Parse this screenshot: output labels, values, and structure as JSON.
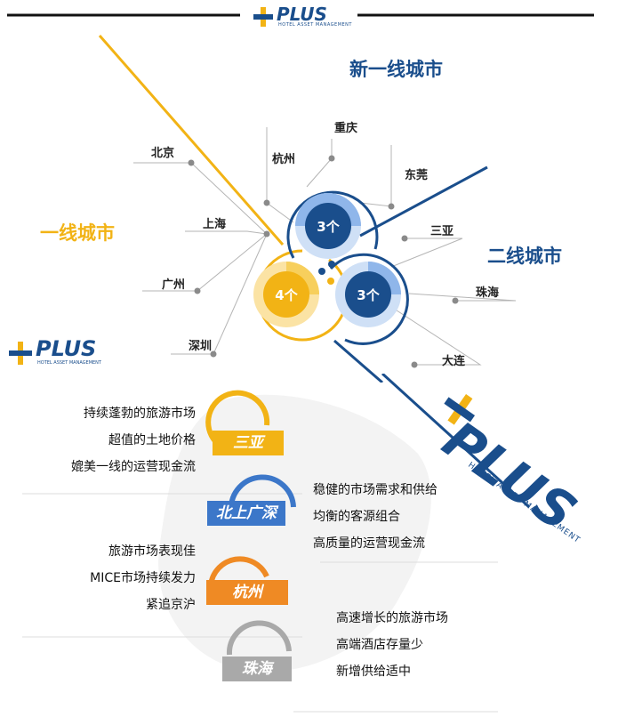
{
  "header": {
    "logo_text": "PLUS",
    "logo_sub": "HOTEL ASSET MANAGEMENT"
  },
  "categories": {
    "tier1": {
      "title": "一线城市",
      "count": "4个",
      "color": "#f2b315"
    },
    "new_tier1": {
      "title": "新一线城市",
      "count": "3个",
      "color": "#1a4e8c"
    },
    "tier2": {
      "title": "二线城市",
      "count": "3个",
      "color": "#1a4e8c"
    }
  },
  "cities": {
    "tier1": [
      "北京",
      "上海",
      "广州",
      "深圳"
    ],
    "new_tier1": [
      "杭州",
      "重庆",
      "东莞"
    ],
    "tier2": [
      "三亚",
      "珠海",
      "大连"
    ]
  },
  "profiles": [
    {
      "label": "三亚",
      "color": "#f2b315",
      "lines": [
        "持续蓬勃的旅游市场",
        "超值的土地价格",
        "媲美一线的运营现金流"
      ]
    },
    {
      "label": "北上广深",
      "color": "#3c77c9",
      "lines": [
        "稳健的市场需求和供给",
        "均衡的客源组合",
        "高质量的运营现金流"
      ]
    },
    {
      "label": "杭州",
      "color": "#ef8a24",
      "lines": [
        "旅游市场表现佳",
        "MICE市场持续发力",
        "紧追京沪"
      ]
    },
    {
      "label": "珠海",
      "color": "#a9a9a9",
      "lines": [
        "高速增长的旅游市场",
        "高端酒店存量少",
        "新增供给适中"
      ]
    }
  ],
  "colors": {
    "gold": "#f2b315",
    "navy": "#1a4e8c",
    "light_blue": "#8fb6ea",
    "light_gold": "#fbe3a4",
    "gray": "#8a8a8a"
  }
}
